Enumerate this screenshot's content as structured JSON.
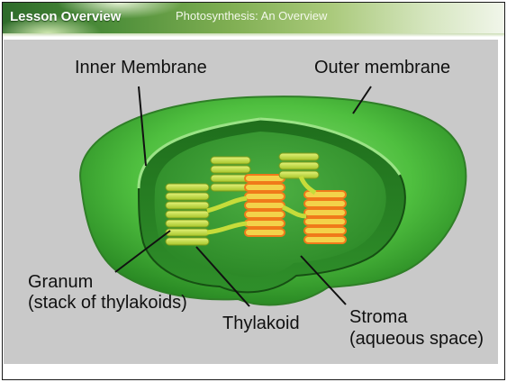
{
  "banner": {
    "left_title": "Lesson Overview",
    "right_title": "Photosynthesis: An Overview"
  },
  "diagram": {
    "labels": {
      "inner_membrane": "Inner Membrane",
      "outer_membrane": "Outer membrane",
      "granum_line1": "Granum",
      "granum_line2": "(stack of thylakoids)",
      "thylakoid": "Thylakoid",
      "stroma_line1": "Stroma",
      "stroma_line2": "(aqueous space)"
    },
    "colors": {
      "background": "#c9c9c9",
      "outer_membrane": "#5cc24a",
      "inner_membrane": "#2f8f2a",
      "stroma": "#3a9a33",
      "granum": "#c6dc3a",
      "thylakoid_highlight": "#f07a1a"
    }
  }
}
